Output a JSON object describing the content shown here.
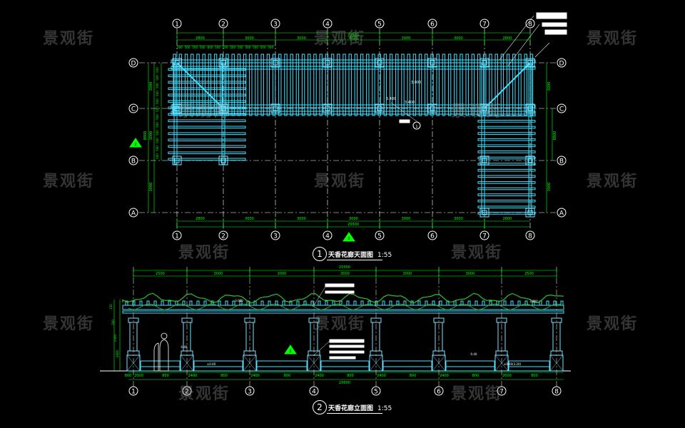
{
  "watermark": "景观街",
  "colors": {
    "background": "#000000",
    "axis": "#ffffff",
    "dimension": "#00ff00",
    "member": "#40e0ff",
    "column": "#7ee0ff",
    "vine": "#2fbf2f",
    "label": "#ffffff",
    "accent": "#00ff00"
  },
  "plan": {
    "title": "天香花廊天面图",
    "scale": "1:55",
    "title_number": "1",
    "axes_vertical": [
      "1",
      "2",
      "3",
      "4",
      "5",
      "6",
      "7",
      "8"
    ],
    "axes_horizontal": [
      "D",
      "C",
      "B",
      "A"
    ],
    "overall_dim": "20300",
    "top_dims": [
      "2800",
      "3000",
      "3000",
      "3000",
      "3000",
      "3000",
      "2800"
    ],
    "sub_dims": [
      "500",
      "500",
      "500",
      "500",
      "600",
      "500",
      "500",
      "500",
      "500",
      "500",
      "500",
      "500",
      "500"
    ],
    "bottom_dims": [
      "2800",
      "3000",
      "3000",
      "3000",
      "3000",
      "3000",
      "2800"
    ],
    "left_dims": [
      "3000",
      "3000",
      "3000"
    ],
    "left_total": "8800",
    "right_dims": [
      "3000",
      "3000"
    ],
    "right_total": "8800",
    "left_small_dims": [
      "500",
      "500",
      "500",
      "500",
      "500",
      "500",
      "500",
      "500",
      "500",
      "500",
      "500",
      "500"
    ],
    "level_1": "3.400",
    "level_2": "3.400",
    "level_3": "3.000",
    "section_mark_1": "1",
    "section_mark_2": "2",
    "section_mark_3": "3"
  },
  "elevation": {
    "title": "天香花廊立面图",
    "scale": "1:55",
    "title_number": "2",
    "axes": [
      "1",
      "2",
      "3",
      "4",
      "5",
      "6",
      "7",
      "8"
    ],
    "overall_dim": "20300",
    "top_dims": [
      "2500",
      "3000",
      "3000",
      "3000",
      "3000",
      "3000",
      "2500"
    ],
    "bottom_dims": [
      "800",
      "2000",
      "800",
      "2400",
      "800",
      "2400",
      "800",
      "2400",
      "800",
      "2400",
      "800",
      "2400",
      "800",
      "2000",
      "800"
    ],
    "bottom_total": "20600",
    "left_dims": [
      "150",
      "300",
      "2300",
      "2600"
    ],
    "level_top": "3.000",
    "level_right": "3.000",
    "level_a": "0.40",
    "level_b": "0.40",
    "level_c": "±0.00(3.20)",
    "level_d": "±0.00",
    "section_mark": "2"
  }
}
